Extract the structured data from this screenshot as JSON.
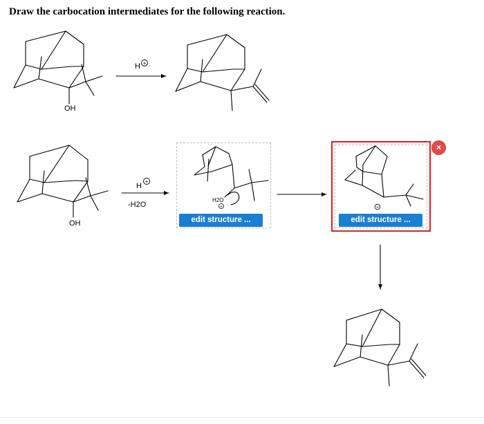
{
  "question": {
    "title": "Draw the carbocation intermediates for the following reaction."
  },
  "row1": {
    "reactant_label": "OH",
    "reagent": "H",
    "reagent_charge": "+"
  },
  "row2": {
    "reactant_label": "OH",
    "reagent": "H",
    "reagent_charge": "+",
    "reagent_loss": "-H2O",
    "intermediate1_label": "H2O",
    "intermediate1_charge": "+",
    "intermediate2_charge": "+"
  },
  "buttons": {
    "edit_label": "edit structure ...",
    "close_label": "×"
  },
  "colors": {
    "button_blue": "#1a7fd4",
    "selection_red": "#e0201b",
    "close_red": "#e34b4b"
  }
}
